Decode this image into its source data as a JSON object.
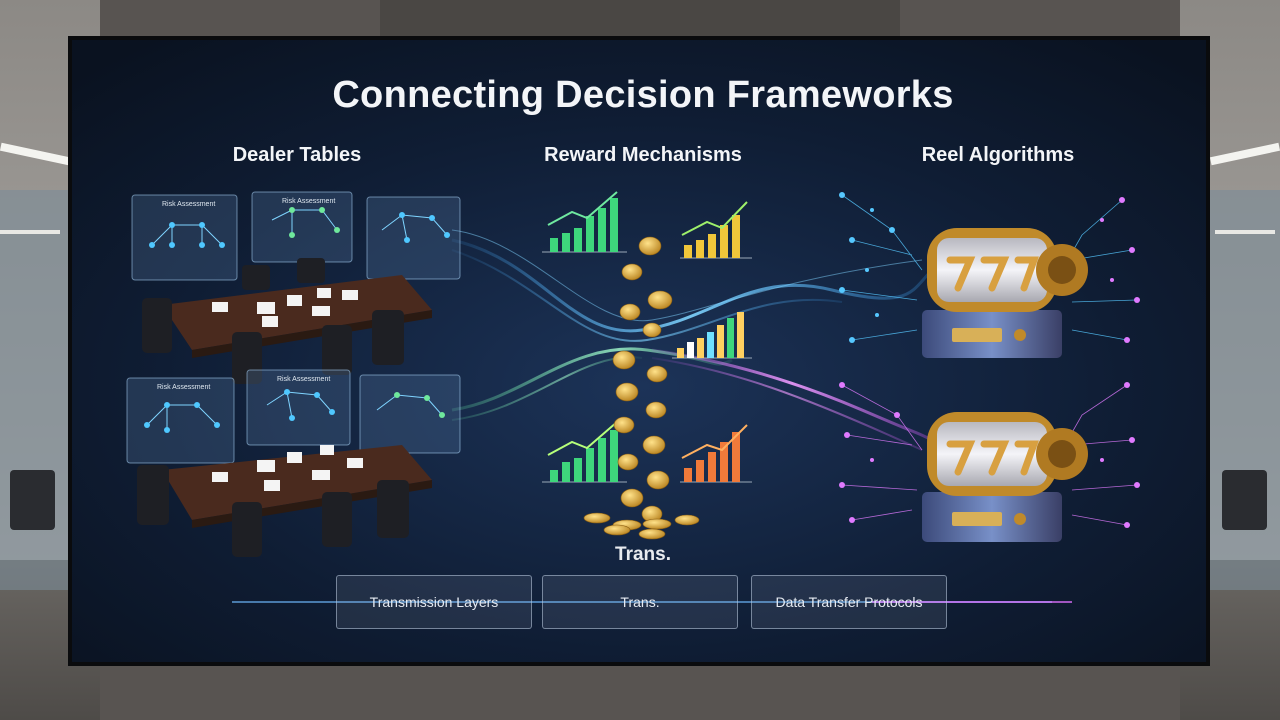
{
  "title": "Connecting Decision Frameworks",
  "sections": {
    "dealer": "Dealer Tables",
    "reward": "Reward Mechanisms",
    "reel": "Reel Algorithms"
  },
  "middle_label": "Trans.",
  "protocol_boxes": [
    {
      "label": "Transmission Layers"
    },
    {
      "label": "Trans."
    },
    {
      "label": "Data Transfer Protocols"
    }
  ],
  "panels": {
    "risk_label": "Risk Assessment"
  },
  "colors": {
    "screen_bg": "#0c1626",
    "flow_blue": "#3fa9ff",
    "flow_green": "#5fe0a0",
    "flow_pink": "#d45cff",
    "coin_gold": "#e6b43a"
  }
}
